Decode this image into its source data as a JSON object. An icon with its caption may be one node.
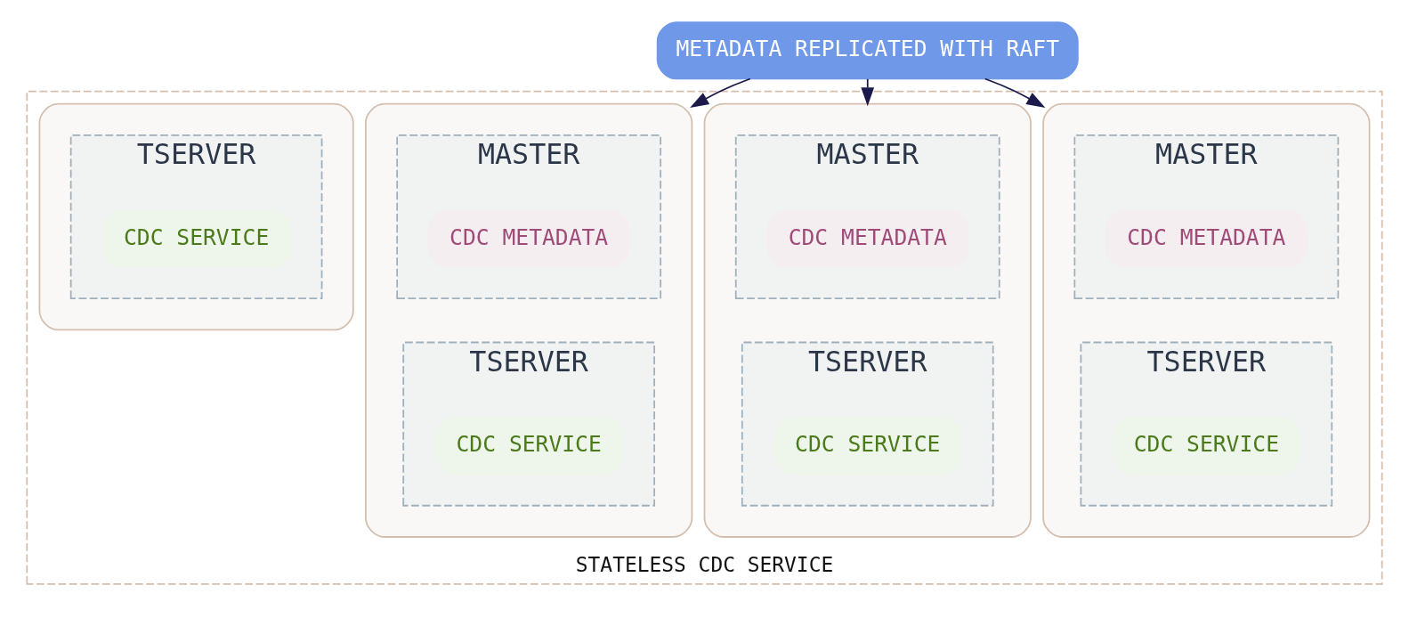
{
  "diagram": {
    "nodes": [
      {
        "text": [
          "METADATA REPLICATED WITH RAFT"
        ]
      },
      {
        "text": [
          "STATELESS CDC SERVICE"
        ]
      },
      {
        "text": [],
        "shape": "box",
        "in": 1
      },
      {
        "text": [
          "MASTER"
        ],
        "in": 2
      },
      {
        "text": [
          "CDC METADATA"
        ],
        "in": 3
      },
      {
        "text": [
          "TSERVER"
        ],
        "in": 2
      },
      {
        "text": [
          "CDC SERVICE"
        ],
        "in": 5
      },
      {
        "text": [],
        "shape": "box",
        "in": 1
      },
      {
        "text": [
          "MASTER"
        ],
        "in": 7
      },
      {
        "text": [
          "CDC METADATA"
        ],
        "in": 8
      },
      {
        "text": [
          "TSERVER"
        ],
        "in": 7
      },
      {
        "text": [
          "CDC SERVICE"
        ],
        "in": 10
      },
      {
        "text": [],
        "shape": "box",
        "in": 1
      },
      {
        "text": [
          "MASTER"
        ],
        "in": 12
      },
      {
        "text": [
          "CDC METADATA"
        ],
        "in": 13
      },
      {
        "text": [
          "TSERVER"
        ],
        "in": 12
      },
      {
        "text": [
          "CDC SERVICE"
        ],
        "in": 15
      },
      {
        "text": [],
        "shape": "box",
        "in": 1
      },
      {
        "text": [
          "TSERVER"
        ],
        "in": 17
      },
      {
        "text": [
          "CDC SERVICE"
        ],
        "in": 18
      }
    ],
    "edges": [
      {
        "from": 0,
        "to": 2,
        "arrow": "to"
      },
      {
        "from": 0,
        "to": 7,
        "arrow": "to"
      },
      {
        "from": 0,
        "to": 12,
        "arrow": "to"
      }
    ]
  }
}
